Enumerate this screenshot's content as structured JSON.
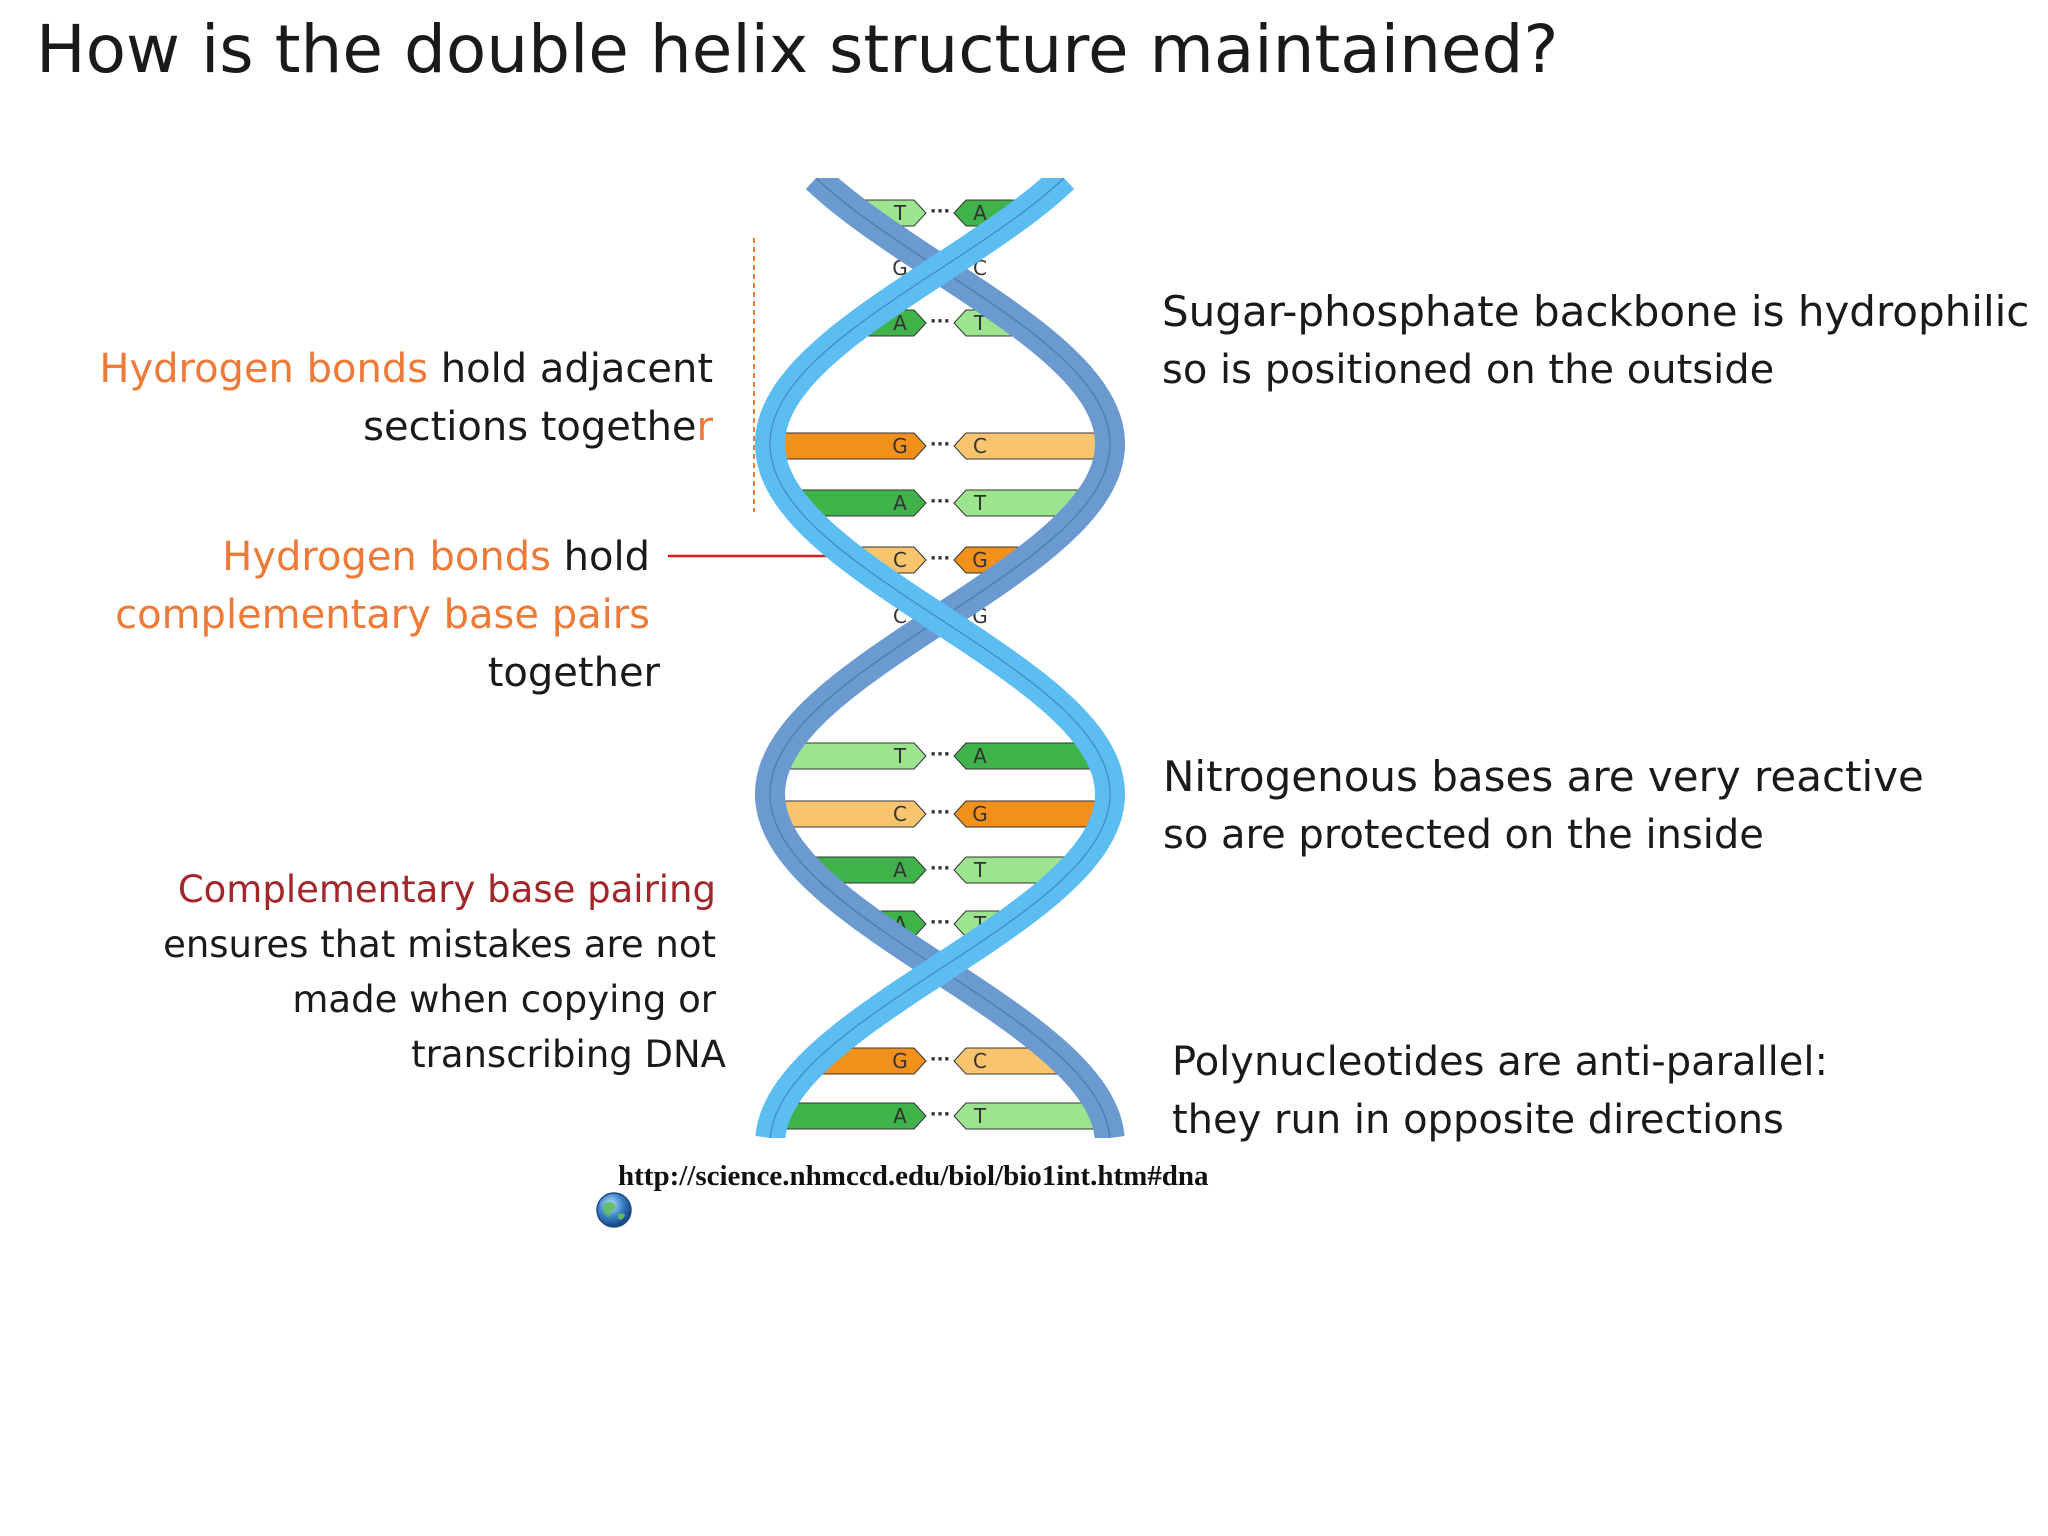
{
  "title": "How is the double helix structure maintained?",
  "labels": {
    "adjacent": {
      "hl": "Hydrogen bonds",
      "rest1": " hold adjacent",
      "line2a": "sections togethe",
      "line2b": "r"
    },
    "complementary": {
      "hl": "Hydrogen bonds",
      "rest1": " hold",
      "line2": "complementary base pairs",
      "line3": "together"
    },
    "pairing": {
      "line1": "Complementary base pairing",
      "line2": "ensures that mistakes are not",
      "line3": "made when copying or",
      "line4": "transcribing DNA"
    },
    "backbone": {
      "line1": "Sugar-phosphate backbone is hydrophilic",
      "line2": "so is positioned on the outside"
    },
    "nitrogenous": {
      "line1": "Nitrogenous bases are very reactive",
      "line2": "so are protected on the inside"
    },
    "antiparallel": {
      "line1": "Polynucleotides are anti-parallel:",
      "line2": "they run in opposite directions"
    }
  },
  "source_url": "http://science.nhmccd.edu/biol/bio1int.htm#dna",
  "colors": {
    "orange_text": "#ee7a38",
    "darkred_text": "#a3262a",
    "strand_light": "#5bbdf2",
    "strand_dark": "#6a9ad0",
    "base_a": "#3fb24a",
    "base_t": "#9ce58e",
    "base_g": "#f2901c",
    "base_c": "#f8c46e",
    "connector_red": "#d62020",
    "connector_dashed": "#ee7a38"
  },
  "base_pairs": [
    {
      "left": "T",
      "right": "A"
    },
    {
      "left": "G",
      "right": "C"
    },
    {
      "left": "A",
      "right": "T"
    },
    {
      "left": "G",
      "right": "C"
    },
    {
      "left": "A",
      "right": "T"
    },
    {
      "left": "C",
      "right": "G"
    },
    {
      "left": "C",
      "right": "G"
    },
    {
      "left": "T",
      "right": "A"
    },
    {
      "left": "C",
      "right": "G"
    },
    {
      "left": "A",
      "right": "T"
    },
    {
      "left": "A",
      "right": "T"
    },
    {
      "left": "G",
      "right": "C"
    },
    {
      "left": "A",
      "right": "T"
    }
  ]
}
